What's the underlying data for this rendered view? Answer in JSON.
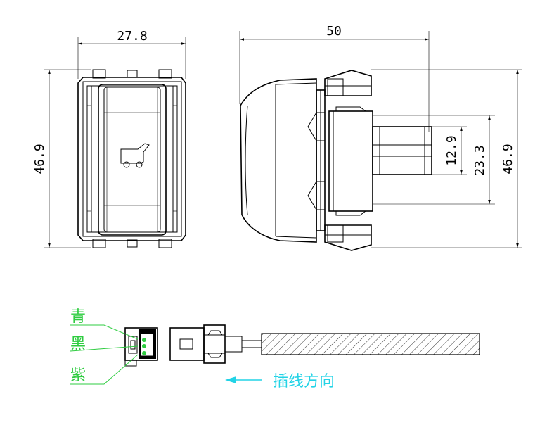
{
  "dimensions": {
    "front_width": "27.8",
    "front_height": "46.9",
    "side_length": "50",
    "side_height": "46.9",
    "connector_height": "23.3",
    "pin_height": "12.9"
  },
  "wire_labels": {
    "top": "青",
    "middle": "黑",
    "bottom": "紫"
  },
  "insertion_direction": "插线方向",
  "colors": {
    "line": "#000000",
    "label_green": "#2ecc40",
    "label_cyan": "#22d3e6"
  }
}
